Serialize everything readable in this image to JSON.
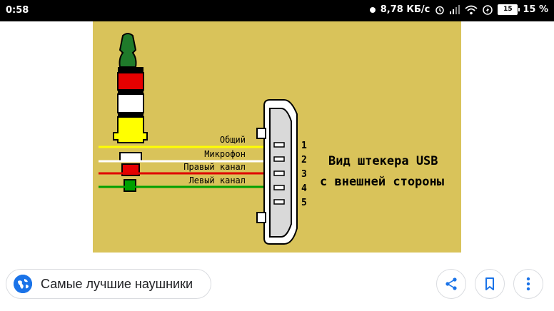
{
  "status_bar": {
    "time": "0:58",
    "network_speed": "8,78 КБ/с",
    "battery_percent": "15 %",
    "battery_level": "15",
    "icons": [
      "notification-dot-icon",
      "alarm-icon",
      "signal-icon",
      "wifi-icon",
      "charging-icon",
      "battery-icon"
    ]
  },
  "diagram": {
    "pin_labels": [
      "Общий",
      "Микрофон",
      "Правый канал",
      "Левый канал"
    ],
    "pin_numbers": [
      "1",
      "2",
      "3",
      "4",
      "5"
    ],
    "caption_line1": "Вид штекера USB",
    "caption_line2": "с внешней стороны",
    "colors": {
      "background": "#d9c35a",
      "wire_yellow": "#ffff00",
      "wire_white": "#ffffff",
      "wire_red": "#e00000",
      "wire_green": "#00a000",
      "plug_tip": "#1f7a2a"
    }
  },
  "bottom_bar": {
    "source_title": "Самые лучшие наушники",
    "source_icon": "globe-icon",
    "share_icon": "share-icon",
    "save_icon": "bookmark-icon",
    "more_icon": "more-vert-icon"
  }
}
